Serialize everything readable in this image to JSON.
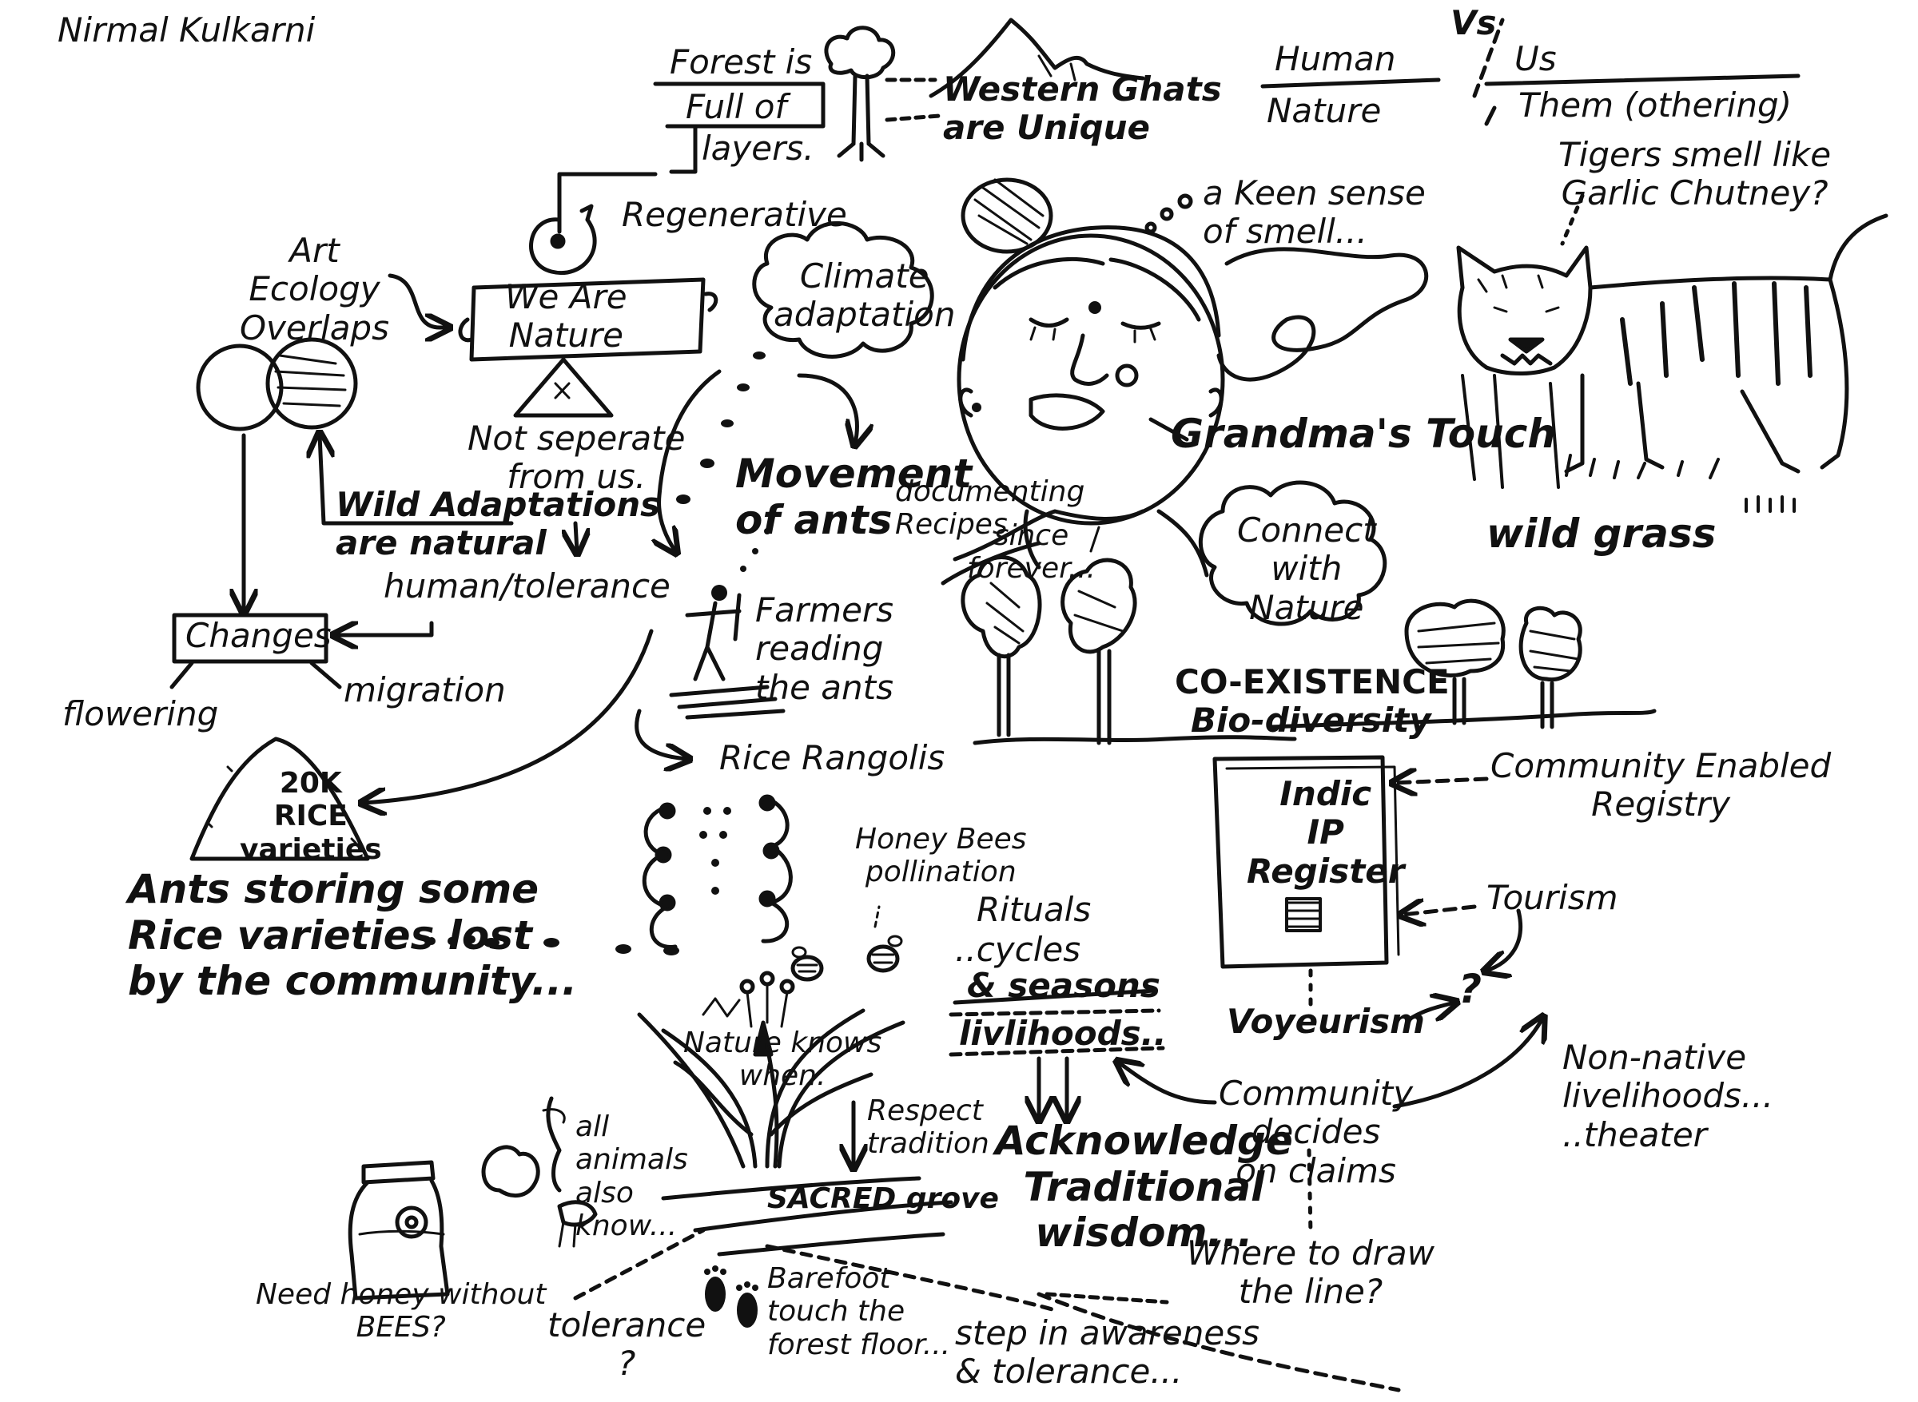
{
  "author": "Nirmal Kulkarni",
  "top": {
    "forest_line1": "Forest is",
    "forest_line2": "Full of",
    "forest_line3": "layers.",
    "ghats": "Western Ghats\nare Unique"
  },
  "human_vs": {
    "human": "Human",
    "nature": "Nature",
    "vs": "Vs",
    "us": "Us",
    "them": "Them (othering)"
  },
  "center": {
    "regenerative": "Regenerative",
    "we_are_nature": "We Are\nNature",
    "not_separate": "Not seperate\nfrom us.",
    "wild_adaptations": "Wild Adaptations\nare natural",
    "human_tolerance": "human/tolerance",
    "climate_adaptation": "Climate\nadaptation",
    "movement_of_ants": "Movement\nof ants",
    "farmers": "Farmers\nreading\nthe ants",
    "rice_rangolis": "Rice Rangolis"
  },
  "left": {
    "art_ecology": "Art\nEcology\nOverlaps",
    "changes": "Changes",
    "flowering": "flowering",
    "migration": "migration",
    "rice_mound": "20K\nRICE\nvarieties",
    "ants_storing": "Ants storing some\nRice varieties lost\nby the community..."
  },
  "grandma": {
    "keen_smell": "a Keen sense\nof smell...",
    "touch": "Grandma's Touch",
    "documenting": "documenting\nRecipes",
    "since_forever": "since\nforever...",
    "connect": "Connect\nwith\nNature"
  },
  "tiger": {
    "smell": "Tigers smell like\nGarlic Chutney?",
    "wild_grass": "wild grass"
  },
  "coexistence": {
    "line1": "CO-EXISTENCE",
    "line2": "Bio-diversity"
  },
  "registry": {
    "book_title": "Indic\nIP\nRegister",
    "community_enabled": "Community Enabled\nRegistry",
    "tourism": "Tourism",
    "voyeurism": "Voyeurism",
    "question": "?",
    "community_decides": "Community\ndecides\non claims",
    "non_native": "Non-native\nlivelihoods...\n..theater",
    "where_line": "Where to draw\nthe line?"
  },
  "bottom": {
    "honey_bees": "Honey Bees\npollination",
    "rituals": "Rituals",
    "cycles": "..cycles",
    "seasons": "& seasons",
    "livelihoods": "livlihoods..",
    "acknowledge": "Acknowledge\nTraditional\nwisdom...",
    "nature_knows": "Nature knows\nwhen.",
    "respect": "Respect\ntradition",
    "animals_know": "all\nanimals\nalso\nknow...",
    "sacred_grove": "SACRED grove",
    "need_honey": "Need honey without\nBEES?",
    "tolerance": "tolerance\n?",
    "barefoot": "Barefoot\ntouch the\nforest floor...",
    "step_awareness": "step in awareness\n& tolerance..."
  }
}
